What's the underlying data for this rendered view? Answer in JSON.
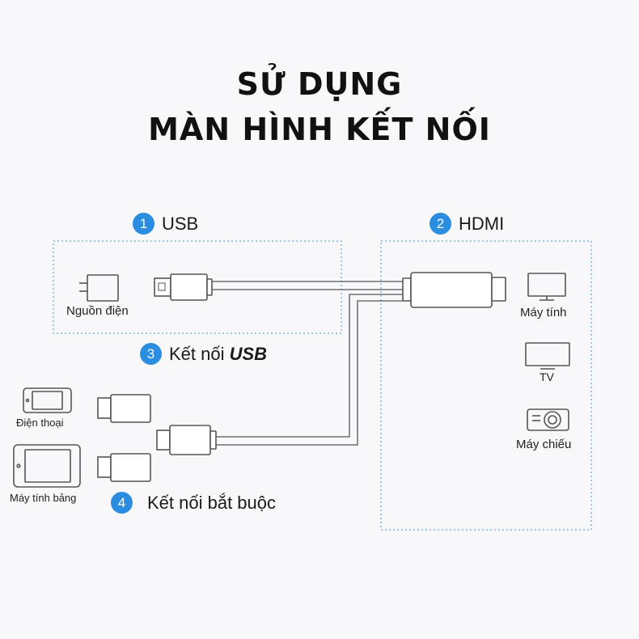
{
  "title": {
    "line1": "SỬ DỤNG",
    "line2": "MÀN HÌNH KẾT NỐI"
  },
  "steps": [
    {
      "number": "1",
      "label": "USB"
    },
    {
      "number": "2",
      "label": "HDMI"
    },
    {
      "number": "3",
      "label": "Kết nối ",
      "label_emph": "USB"
    },
    {
      "number": "4",
      "label": "Kết nối bắt buộc"
    }
  ],
  "devices": {
    "power": "Nguồn điện",
    "computer": "Máy tính",
    "tv": "TV",
    "projector": "Máy chiếu",
    "phone": "Điện thoại",
    "tablet": "Máy tính bảng"
  },
  "colors": {
    "badge": "#2a8de0",
    "dotted_box": "#7cb8e0",
    "line": "#555555",
    "background": "#f8f8fa"
  },
  "icons": [
    "power-adapter-icon",
    "usb-plug-icon",
    "hdmi-plug-icon",
    "monitor-icon",
    "tv-icon",
    "projector-icon",
    "phone-icon",
    "tablet-icon",
    "connector-icon"
  ]
}
